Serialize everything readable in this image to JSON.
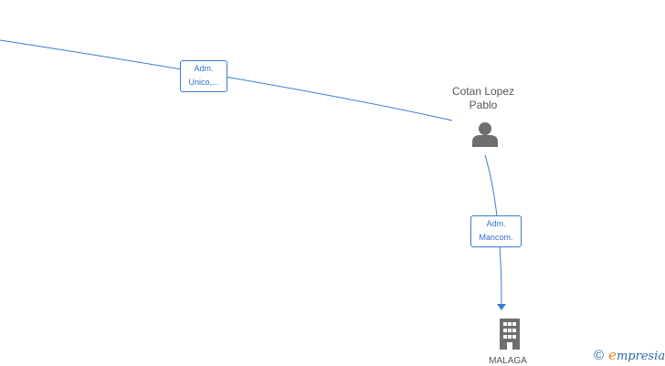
{
  "person": {
    "name_line1": "Cotan Lopez",
    "name_line2": "Pablo",
    "icon": "person-icon"
  },
  "company": {
    "name": "MALAGA",
    "icon": "building-icon"
  },
  "edges": [
    {
      "label_line1": "Adm.",
      "label_line2": "Unico,..."
    },
    {
      "label_line1": "Adm.",
      "label_line2": "Mancom."
    }
  ],
  "watermark": {
    "symbol": "©",
    "brand_first": "e",
    "brand_rest": "mpresia"
  },
  "colors": {
    "edge": "#3a7bd5",
    "label_text": "#2f6fcf",
    "node_text": "#555555",
    "icon": "#6e6e6e"
  }
}
